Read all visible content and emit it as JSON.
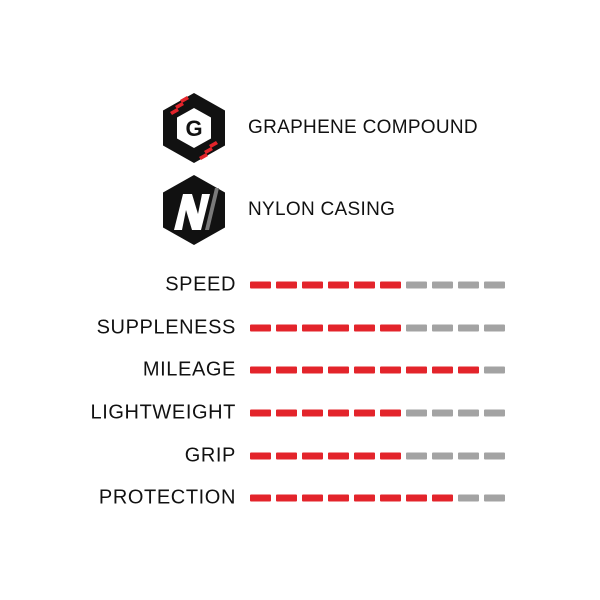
{
  "features": [
    {
      "label": "GRAPHENE COMPOUND",
      "icon": "graphene-g-hexagon-icon",
      "letter": "G"
    },
    {
      "label": "NYLON CASING",
      "icon": "nylon-n-hexagon-icon",
      "letter": "N"
    }
  ],
  "colors": {
    "filled": "#e3242b",
    "empty": "#a3a3a3",
    "badge": "#111111",
    "badge_accent": "#e3242b",
    "badge_stripe": "#7a7a7a"
  },
  "ratings": {
    "max": 10,
    "items": [
      {
        "label": "SPEED",
        "value": 6
      },
      {
        "label": "SUPPLENESS",
        "value": 6
      },
      {
        "label": "MILEAGE",
        "value": 9
      },
      {
        "label": "LIGHTWEIGHT",
        "value": 6
      },
      {
        "label": "GRIP",
        "value": 6
      },
      {
        "label": "PROTECTION",
        "value": 8
      }
    ]
  }
}
